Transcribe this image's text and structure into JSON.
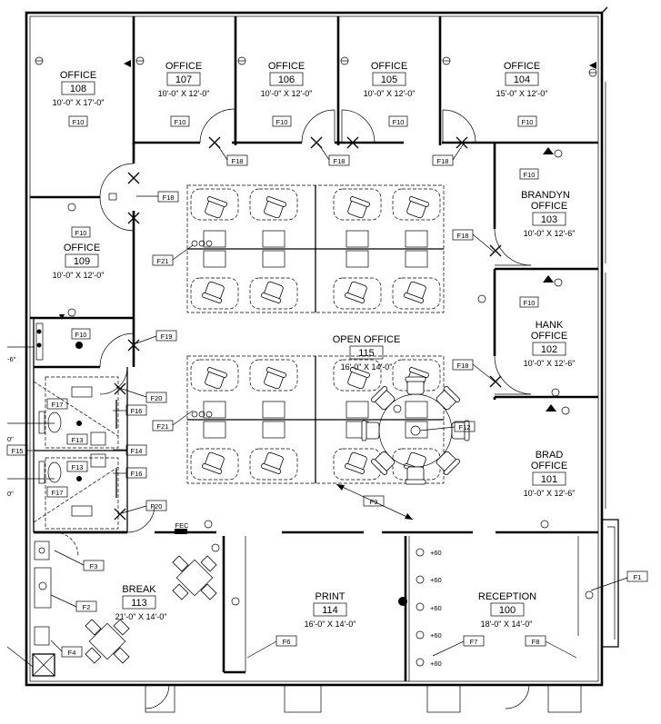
{
  "rooms": {
    "r108": {
      "name": "OFFICE",
      "number": "108",
      "dims": "10'-0\" X 17'-0\"",
      "tag": "F10"
    },
    "r107": {
      "name": "OFFICE",
      "number": "107",
      "dims": "10'-0\" X 12'-0\"",
      "tag": "F10"
    },
    "r106": {
      "name": "OFFICE",
      "number": "106",
      "dims": "10'-0\" X 12'-0\"",
      "tag": "F10"
    },
    "r105": {
      "name": "OFFICE",
      "number": "105",
      "dims": "10'-0\" X 12'-0\"",
      "tag": "F10"
    },
    "r104": {
      "name": "OFFICE",
      "number": "104",
      "dims": "15'-0\" X 12'-0\"",
      "tag": "F10"
    },
    "r109": {
      "name": "OFFICE",
      "number": "109",
      "dims": "10'-0\" X 12'-0\"",
      "tag": "F10"
    },
    "r103": {
      "name1": "BRANDYN",
      "name2": "OFFICE",
      "number": "103",
      "dims": "10'-0\" X 12'-6\"",
      "tag": "F10"
    },
    "r102": {
      "name1": "HANK",
      "name2": "OFFICE",
      "number": "102",
      "dims": "10'-0\" X 12'-6\"",
      "tag": "F10"
    },
    "r101": {
      "name1": "BRAD",
      "name2": "OFFICE",
      "number": "101",
      "dims": "10'-0\" X 12'-6\""
    },
    "r115": {
      "name": "OPEN OFFICE",
      "number": "115",
      "dims": "16'-0\" X 14'-0\""
    },
    "r113": {
      "name": "BREAK",
      "number": "113",
      "dims": "21'-0\" X 14'-0\""
    },
    "r114": {
      "name": "PRINT",
      "number": "114",
      "dims": "16'-0\" X 14'-0\""
    },
    "r100": {
      "name": "RECEPTION",
      "number": "100",
      "dims": "18'-0\" X 14'-0\""
    }
  },
  "tags": {
    "f1": "F1",
    "f2": "F2",
    "f3": "F3",
    "f4": "F4",
    "f6": "F6",
    "f7": "F7",
    "f8": "F8",
    "f9": "F9",
    "f10": "F10",
    "f12": "F12",
    "f13": "F13",
    "f14": "F14",
    "f15": "F15",
    "f16": "F16",
    "f17": "F17",
    "f18": "F18",
    "f19": "F19",
    "f20": "F20",
    "f21": "F21"
  },
  "notes": {
    "fec": "FEC",
    "plus60": "+60",
    "edge_dim_1": "-6\"",
    "edge_dim_2": "0\"",
    "edge_dim_3": "0\""
  }
}
